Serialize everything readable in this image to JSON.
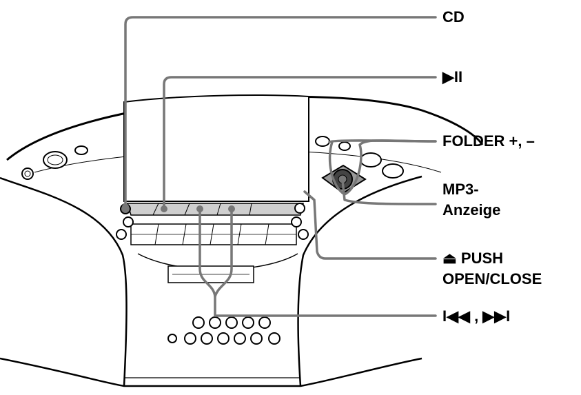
{
  "labels": {
    "cd": "CD",
    "play_pause": "▶II",
    "folder": "FOLDER +, –",
    "mp3_line1": "MP3-",
    "mp3_line2": "Anzeige",
    "push_line1": "⏏ PUSH",
    "push_line2": "OPEN/CLOSE",
    "skip": "I◀◀ , ▶▶I"
  },
  "colors": {
    "leader": "#777777",
    "outline": "#000000",
    "panel_fill": "#cfcfcf"
  }
}
